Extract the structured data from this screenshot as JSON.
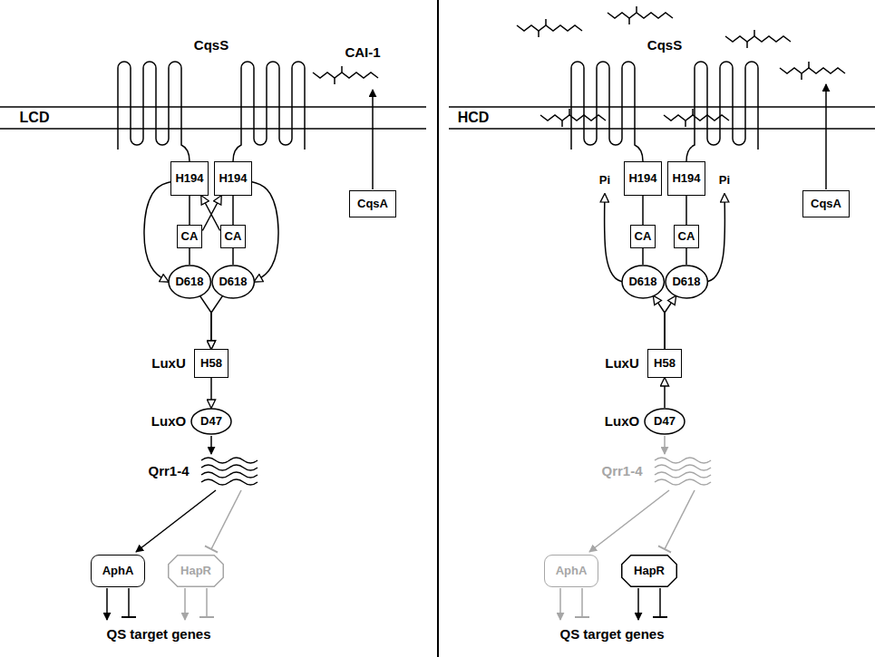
{
  "diagram": {
    "nodes": [
      {
        "text": [
          "H194"
        ]
      },
      {
        "text": [
          "H194"
        ]
      },
      {
        "text": [
          "CqsA"
        ]
      },
      {
        "text": [
          "CA"
        ]
      },
      {
        "text": [
          "CA"
        ]
      },
      {
        "text": [
          "D618"
        ]
      },
      {
        "text": [
          "D618"
        ]
      },
      {
        "text": [
          "H58"
        ]
      },
      {
        "text": [
          "D47"
        ]
      },
      {
        "text": [
          "AphA"
        ]
      },
      {
        "text": [
          "HapR"
        ]
      },
      {
        "text": [
          "H194"
        ]
      },
      {
        "text": [
          "H194"
        ]
      },
      {
        "text": [
          "CqsA"
        ]
      },
      {
        "text": [
          "CA"
        ]
      },
      {
        "text": [
          "CA"
        ]
      },
      {
        "text": [
          "D618"
        ]
      },
      {
        "text": [
          "D618"
        ]
      },
      {
        "text": [
          "H58"
        ]
      },
      {
        "text": [
          "D47"
        ]
      },
      {
        "text": [
          "AphA"
        ]
      },
      {
        "text": [
          "HapR"
        ]
      }
    ],
    "edges": [
      {
        "from": 0,
        "to": 3,
        "arrow": "none"
      },
      {
        "from": 3,
        "to": 5,
        "arrow": "none"
      },
      {
        "from": 1,
        "to": 4,
        "arrow": "none"
      },
      {
        "from": 4,
        "to": 6,
        "arrow": "none"
      },
      {
        "from": 3,
        "to": 1,
        "arrow": "to"
      },
      {
        "from": 4,
        "to": 0,
        "arrow": "to"
      },
      {
        "from": 0,
        "to": 5,
        "arrow": "to"
      },
      {
        "from": 1,
        "to": 6,
        "arrow": "to"
      },
      {
        "from": 5,
        "to": 7,
        "arrow": "to"
      },
      {
        "from": 6,
        "to": 7,
        "arrow": "to"
      },
      {
        "from": 7,
        "to": 8,
        "arrow": "to"
      },
      {
        "from": 11,
        "to": 14,
        "arrow": "none"
      },
      {
        "from": 14,
        "to": 16,
        "arrow": "none"
      },
      {
        "from": 12,
        "to": 15,
        "arrow": "none"
      },
      {
        "from": 15,
        "to": 17,
        "arrow": "none"
      },
      {
        "from": 18,
        "to": 16,
        "arrow": "to"
      },
      {
        "from": 18,
        "to": 17,
        "arrow": "to"
      },
      {
        "from": 19,
        "to": 18,
        "arrow": "to"
      }
    ],
    "labels": [
      "CqsS",
      "CAI-1",
      "LCD",
      "LuxU",
      "LuxO",
      "Qrr1-4",
      "QS target genes",
      "CqsS",
      "HCD",
      "Pi",
      "Pi",
      "LuxU",
      "LuxO",
      "Qrr1-4",
      "QS target genes"
    ]
  }
}
